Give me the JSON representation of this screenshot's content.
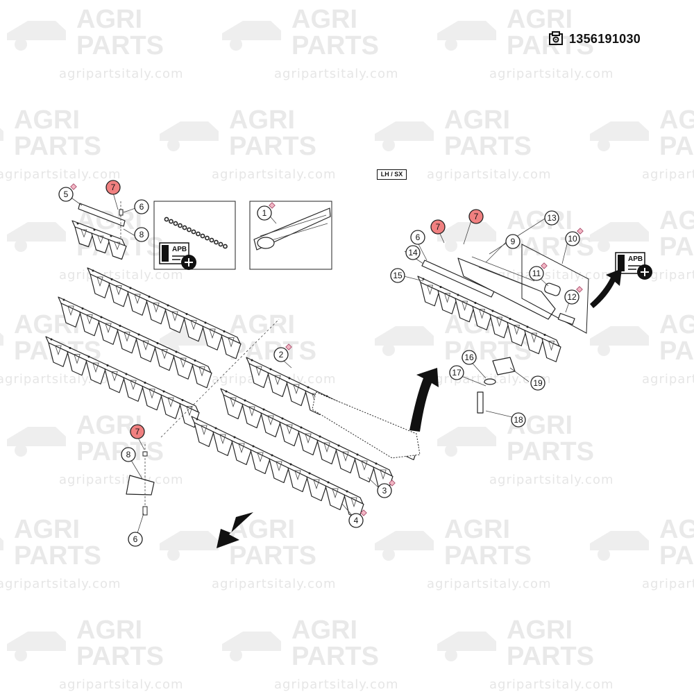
{
  "header": {
    "part_number": "1356191030",
    "part_icon": "parts-catalog-icon"
  },
  "side_tag": "LH / SX",
  "watermark": {
    "brand_line1": "AGRI",
    "brand_line2": "PARTS",
    "url": "agripartsitaly.com"
  },
  "apb_label": "APB",
  "callouts": [
    {
      "num": "1",
      "highlight": false,
      "flag": true
    },
    {
      "num": "2",
      "highlight": false,
      "flag": true
    },
    {
      "num": "3",
      "highlight": false,
      "flag": true
    },
    {
      "num": "4",
      "highlight": false,
      "flag": true
    },
    {
      "num": "5",
      "highlight": false,
      "flag": true
    },
    {
      "num": "6",
      "highlight": false,
      "flag": false
    },
    {
      "num": "7",
      "highlight": true,
      "flag": false
    },
    {
      "num": "8",
      "highlight": false,
      "flag": false
    },
    {
      "num": "6",
      "highlight": false,
      "flag": false
    },
    {
      "num": "7",
      "highlight": true,
      "flag": false
    },
    {
      "num": "8",
      "highlight": false,
      "flag": false
    },
    {
      "num": "6",
      "highlight": false,
      "flag": false
    },
    {
      "num": "7",
      "highlight": true,
      "flag": false
    },
    {
      "num": "7",
      "highlight": true,
      "flag": false
    },
    {
      "num": "9",
      "highlight": false,
      "flag": false
    },
    {
      "num": "10",
      "highlight": false,
      "flag": true
    },
    {
      "num": "11",
      "highlight": false,
      "flag": true
    },
    {
      "num": "12",
      "highlight": false,
      "flag": true
    },
    {
      "num": "13",
      "highlight": false,
      "flag": false
    },
    {
      "num": "14",
      "highlight": false,
      "flag": false
    },
    {
      "num": "15",
      "highlight": false,
      "flag": false
    },
    {
      "num": "16",
      "highlight": false,
      "flag": false
    },
    {
      "num": "17",
      "highlight": false,
      "flag": false
    },
    {
      "num": "18",
      "highlight": false,
      "flag": false
    },
    {
      "num": "19",
      "highlight": false,
      "flag": false
    }
  ],
  "colors": {
    "highlight": "#f08080",
    "flag": "#f2b6c4",
    "ink": "#222222",
    "watermark": "#e9e9e9"
  }
}
